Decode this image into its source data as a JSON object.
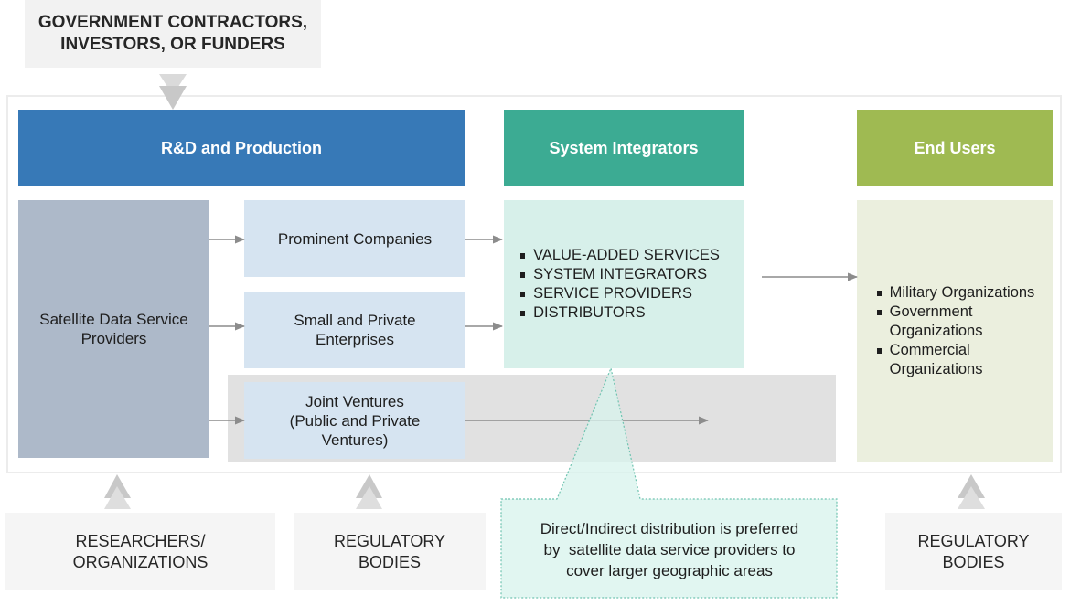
{
  "top_source": {
    "label": "GOVERNMENT CONTRACTORS, INVESTORS, OR FUNDERS",
    "line1": "GOVERNMENT CONTRACTORS,",
    "line2": "INVESTORS, OR FUNDERS"
  },
  "stages": {
    "rd": {
      "title": "R&D and Production",
      "color": "#3779b7"
    },
    "si": {
      "title": "System Integrators",
      "color": "#3cab93"
    },
    "eu": {
      "title": "End Users",
      "color": "#9fba52"
    }
  },
  "rd_column": {
    "provider": {
      "line1": "Satellite Data Service",
      "line2": "Providers"
    },
    "sub_boxes": [
      {
        "line1": "Prominent Companies",
        "line2": "",
        "line3": ""
      },
      {
        "line1": "Small and Private",
        "line2": "Enterprises",
        "line3": ""
      },
      {
        "line1": "Joint Ventures",
        "line2": "(Public and Private",
        "line3": "Ventures)"
      }
    ]
  },
  "system_integrators": {
    "items": [
      "VALUE-ADDED SERVICES",
      "SYSTEM INTEGRATORS",
      "SERVICE PROVIDERS",
      "DISTRIBUTORS"
    ]
  },
  "end_users": {
    "items": [
      {
        "line1": "Military Organizations",
        "line2": ""
      },
      {
        "line1": "Government",
        "line2": "Organizations"
      },
      {
        "line1": "Commercial",
        "line2": "Organizations"
      }
    ]
  },
  "callout": {
    "line1": "Direct/Indirect distribution is preferred",
    "line2": "by  satellite data service providers to",
    "line3": "cover larger geographic areas"
  },
  "bottom_sources": [
    {
      "line1": "RESEARCHERS/",
      "line2": "ORGANIZATIONS"
    },
    {
      "line1": "REGULATORY",
      "line2": "BODIES"
    },
    {
      "line1": "REGULATORY",
      "line2": "BODIES"
    }
  ]
}
